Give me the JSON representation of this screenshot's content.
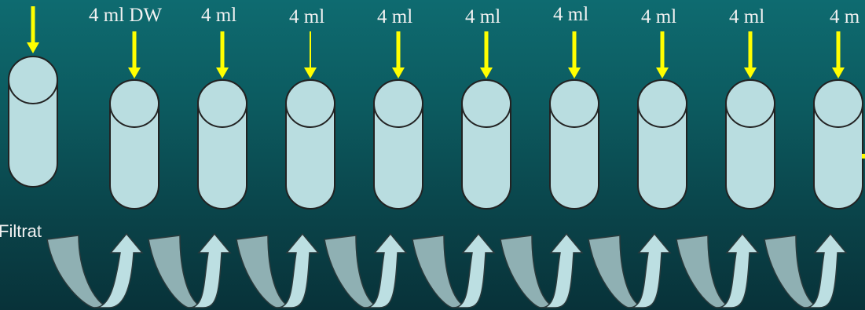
{
  "filtrat_label": "Filtrat",
  "dose_labels": [
    "4 ml DW",
    "4 ml",
    "4 ml",
    "4 ml",
    "4 ml",
    "4 ml",
    "4 ml",
    "4 ml",
    "4 m"
  ],
  "column_count": 10,
  "colors": {
    "background_top": "#0e6b70",
    "background_bottom": "#083239",
    "column_fill": "#b9dde0",
    "column_stroke": "#222222",
    "arrow_yellow": "#ffff00",
    "curve_arrow_fill": "#bcdfe2",
    "curve_arrow_shade": "#8fb0b3"
  }
}
